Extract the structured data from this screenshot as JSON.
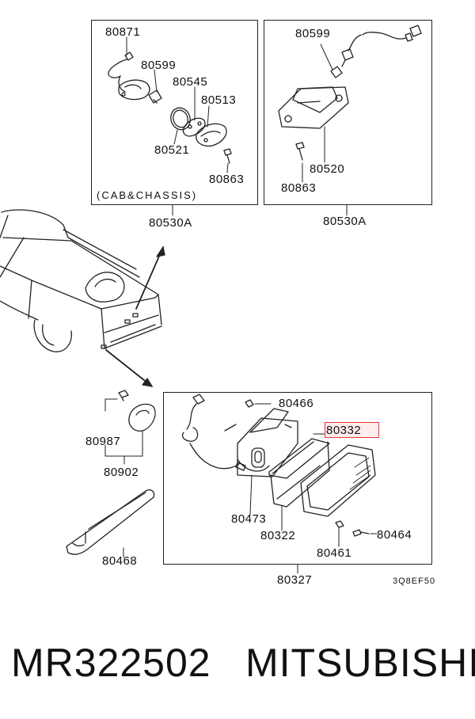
{
  "boxes": {
    "top_left": {
      "caption": "(CAB&CHASSIS)",
      "assembly_part": "80530A",
      "parts": [
        "80871",
        "80599",
        "80545",
        "80513",
        "80521",
        "80863"
      ]
    },
    "top_right": {
      "assembly_part": "80530A",
      "parts": [
        "80599",
        "80520",
        "80863"
      ]
    },
    "bottom_right": {
      "assembly_part": "80327",
      "parts": [
        "80466",
        "80332",
        "80473",
        "80322",
        "80461",
        "80464"
      ]
    }
  },
  "loose_parts": [
    "80987",
    "80902",
    "80468"
  ],
  "highlighted_part": "80332",
  "diagram_code": "3Q8EF50",
  "footer": {
    "part_number": "MR322502",
    "brand": "MITSUBISHI"
  }
}
